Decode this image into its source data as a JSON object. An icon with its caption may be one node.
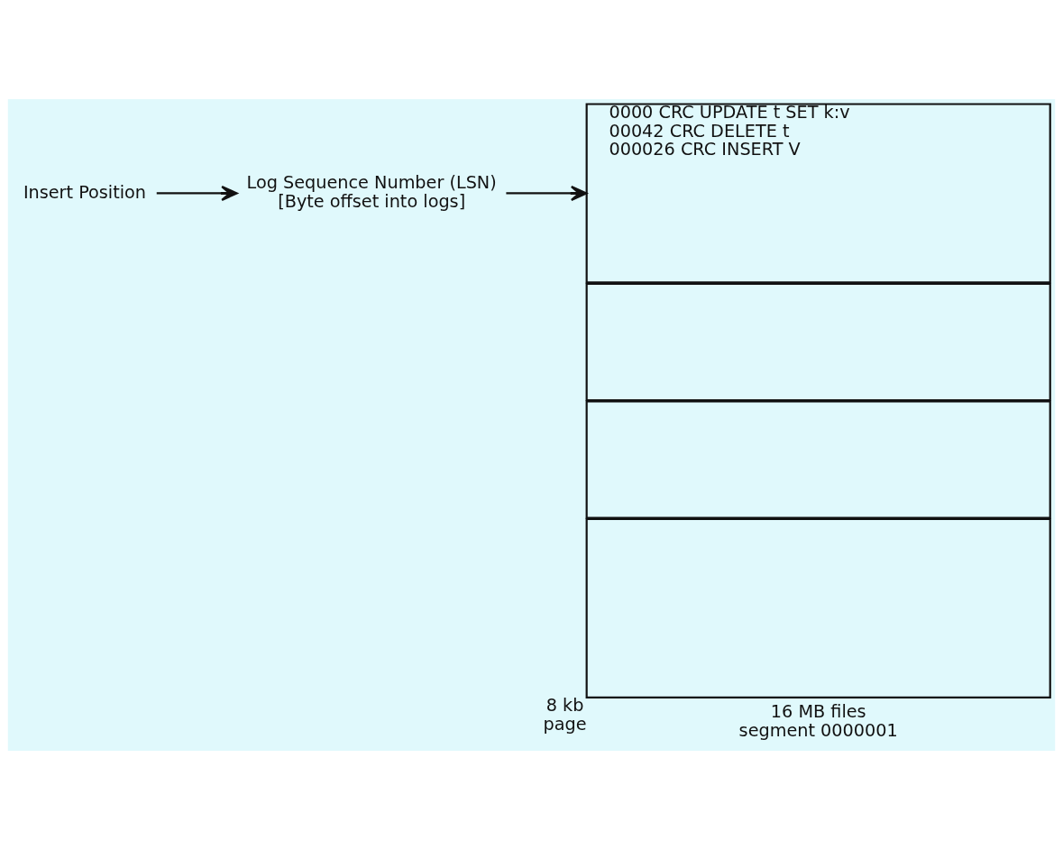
{
  "diagram": {
    "nodes": [
      {
        "text": [
          "Insert Position"
        ]
      },
      {
        "text": [
          "Log Sequence Number (LSN) [Byte offset into logs]"
        ]
      },
      {
        "text": [
          "0000 CRC UPDATE t SET k:v",
          "00042 CRC DELETE t",
          "000026 CRC INSERT V"
        ]
      },
      {
        "text": [],
        "shape": "box"
      },
      {
        "text": [],
        "shape": "box"
      },
      {
        "text": [],
        "shape": "box",
        "beside": [
          "8 kb page"
        ]
      }
    ],
    "edges": [
      {
        "from": 0,
        "to": 1,
        "arrow": "to"
      },
      {
        "from": 1,
        "to": 2,
        "arrow": "to"
      }
    ],
    "labels": [
      "16 MB files segment 0000001"
    ]
  }
}
